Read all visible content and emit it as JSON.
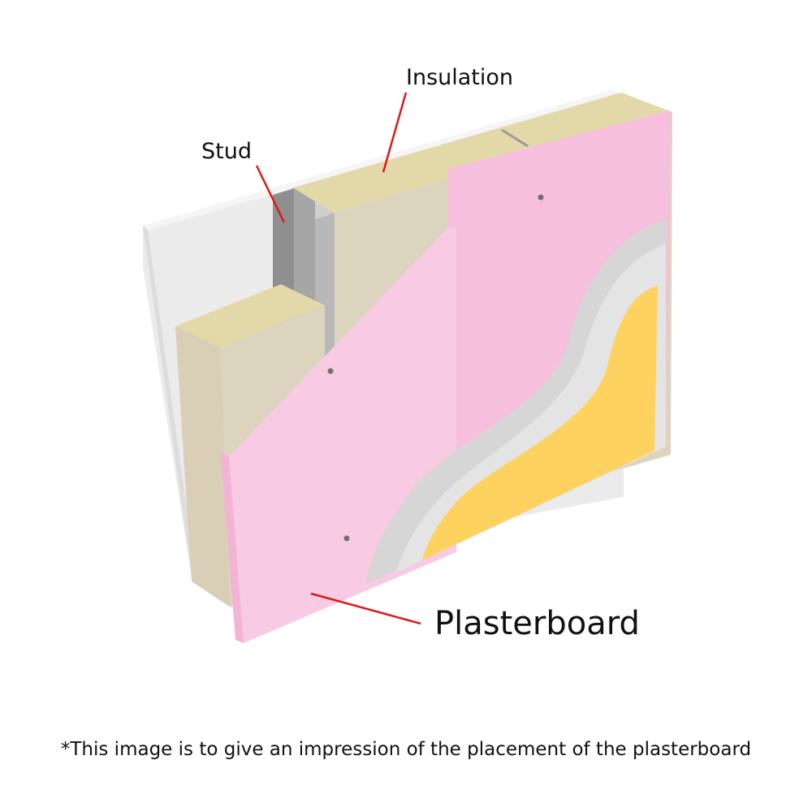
{
  "labels": {
    "insulation": "Insulation",
    "stud": "Stud",
    "plasterboard": "Plasterboard"
  },
  "footnote": "*This image is to give an impression of the placement of the plasterboard",
  "colors": {
    "plasterboard": "#f6bfde",
    "insulation_top": "#e3d8a8",
    "insulation_face": "#ddd4bf",
    "stud": "#9a9a9a",
    "back_board": "#ebebeb",
    "skim_coat": "#d6d6d6",
    "finish": "#fdd25f",
    "pointer_line": "#e01818"
  }
}
